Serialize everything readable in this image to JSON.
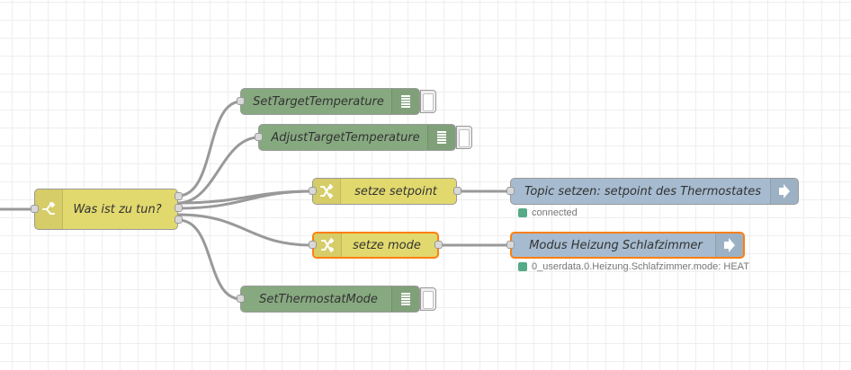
{
  "colors": {
    "function": "#e2d96e",
    "debug": "#87a980",
    "mqtt": "#a6bbcf",
    "selected_border": "#ff7f0e",
    "status_connected": "#5a8"
  },
  "nodes": {
    "switch": {
      "label": "Was ist zu tun?",
      "icon": "switch-icon"
    },
    "debug_set_target": {
      "label": "SetTargetTemperature",
      "icon": "debug-list-icon"
    },
    "debug_adjust_target": {
      "label": "AdjustTargetTemperature",
      "icon": "debug-list-icon"
    },
    "change_setpoint": {
      "label": "setze setpoint",
      "icon": "shuffle-icon"
    },
    "mqtt_topic": {
      "label": "Topic setzen: setpoint des Thermostates",
      "icon": "arrow-right-icon",
      "status": "connected"
    },
    "change_mode": {
      "label": "setze mode",
      "icon": "shuffle-icon"
    },
    "mqtt_mode": {
      "label": "Modus Heizung Schlafzimmer",
      "icon": "arrow-right-icon",
      "status": "0_userdata.0.Heizung.Schlafzimmer.mode: HEAT"
    },
    "debug_set_mode": {
      "label": "SetThermostatMode",
      "icon": "debug-list-icon"
    }
  }
}
